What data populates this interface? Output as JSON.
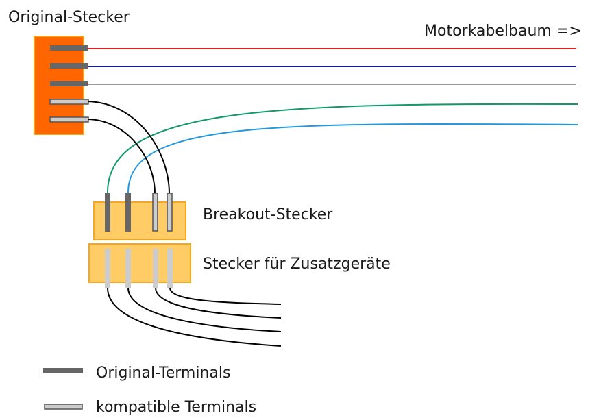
{
  "labels": {
    "original_connector": "Original-Stecker",
    "motor_harness": "Motorkabelbaum =>",
    "breakout_connector": "Breakout-Stecker",
    "accessory_connector": "Stecker für Zusatzgeräte"
  },
  "legend": {
    "original_terminals": "Original-Terminals",
    "compatible_terminals": "kompatible Terminals"
  },
  "colors": {
    "original_connector_fill": "#ff6600",
    "connector_fill": "#ffcc66",
    "connector_border": "#f5a623",
    "terminal_dark": "#666666",
    "terminal_light": "#cccccc",
    "wire_red": "#dd2222",
    "wire_blue": "#1a1a99",
    "wire_gray": "#999999",
    "wire_green": "#119966",
    "wire_lightblue": "#2299dd",
    "wire_black": "#000000"
  }
}
